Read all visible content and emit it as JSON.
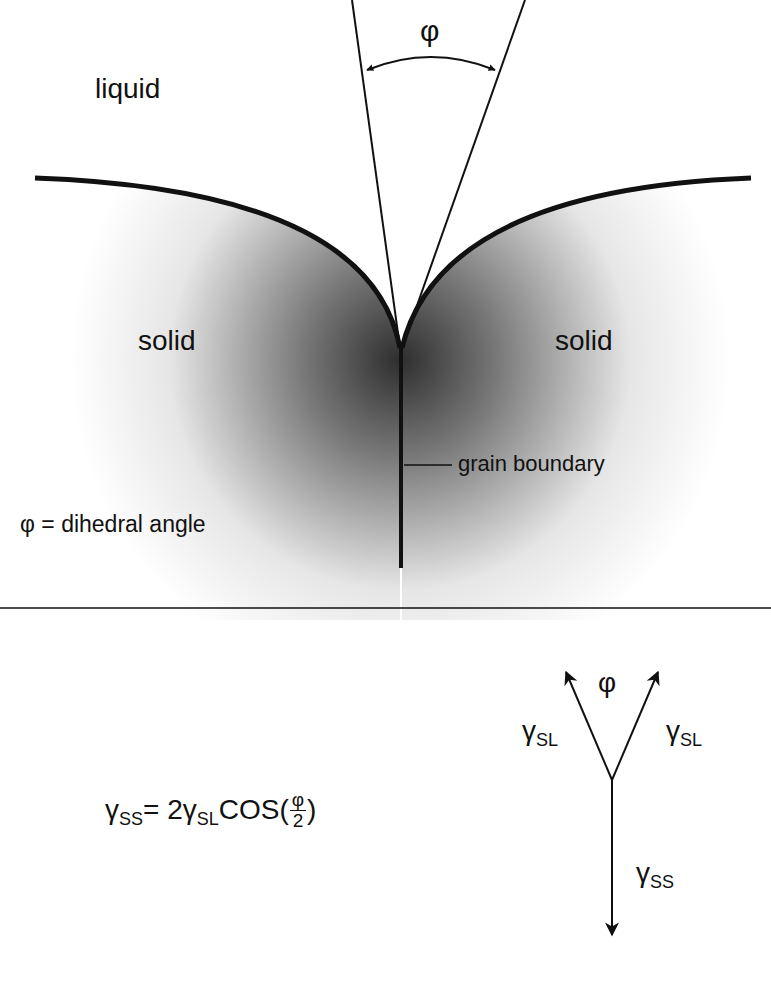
{
  "diagram": {
    "labels": [
      "φ",
      "liquid",
      "solid",
      "solid",
      "grain boundary",
      "φ = dihedral angle",
      "γ",
      "SS",
      "= 2γ",
      "SL",
      "COS(",
      "φ",
      "2",
      ")",
      "φ",
      "γ",
      "SL",
      "γ",
      "SL",
      "γ",
      "SS"
    ]
  }
}
